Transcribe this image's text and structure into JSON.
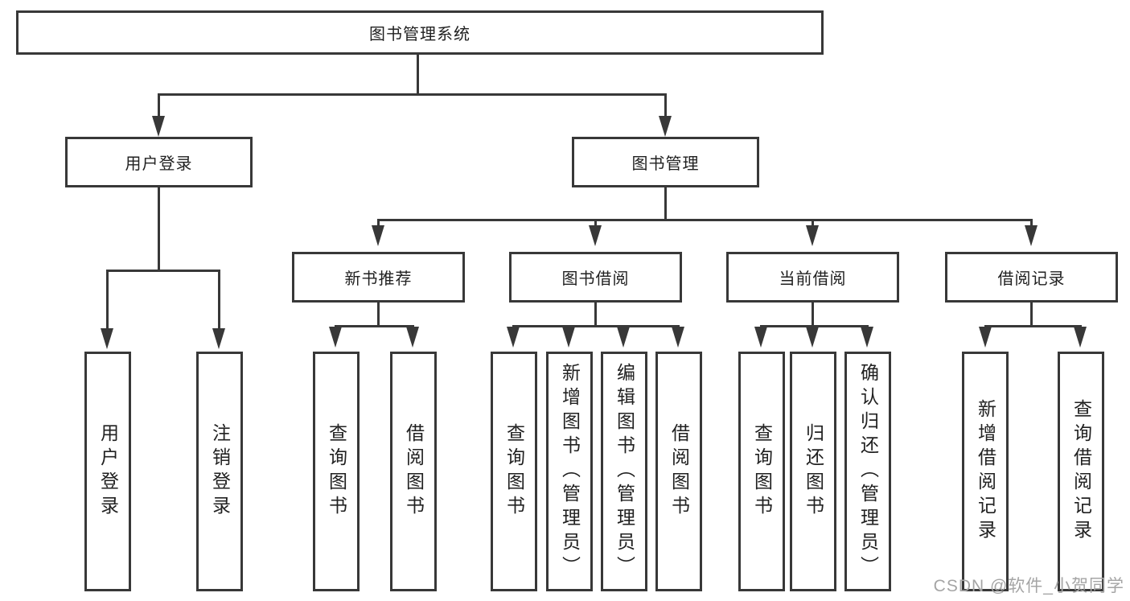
{
  "tree": {
    "root": "图书管理系统",
    "children": [
      {
        "label": "用户登录",
        "children": [
          "用户登录",
          "注销登录"
        ]
      },
      {
        "label": "图书管理",
        "children": [
          {
            "label": "新书推荐",
            "children": [
              "查询图书",
              "借阅图书"
            ]
          },
          {
            "label": "图书借阅",
            "children": [
              "查询图书",
              "新增图书（管理员）",
              "编辑图书（管理员）",
              "借阅图书"
            ]
          },
          {
            "label": "当前借阅",
            "children": [
              "查询图书",
              "归还图书",
              "确认归还（管理员）"
            ]
          },
          {
            "label": "借阅记录",
            "children": [
              "新增借阅记录",
              "查询借阅记录"
            ]
          }
        ]
      }
    ]
  },
  "watermark": {
    "text": "CSDN @软件_小贺同学"
  },
  "colors": {
    "line": "#383838",
    "text": "#212121",
    "watermark": "#a5a5a5",
    "background": "#ffffff"
  }
}
